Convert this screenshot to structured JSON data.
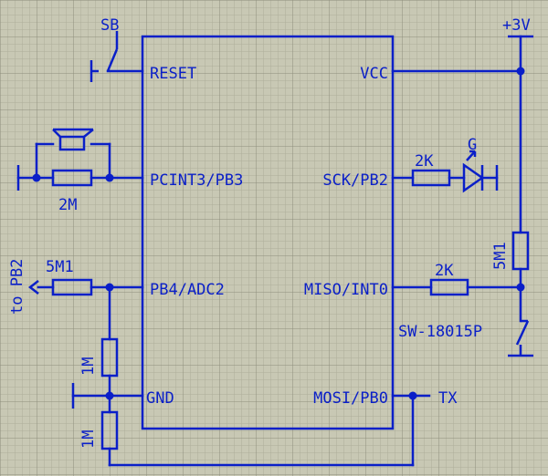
{
  "colors": {
    "background": "#c8c8b4",
    "grid_minor": "#aeae9a",
    "grid_major": "#8e8e7c",
    "ink": "#0a1fc8"
  },
  "chip_pins": {
    "reset": "RESET",
    "vcc": "VCC",
    "pb3": "PCINT3/PB3",
    "pb2": "SCK/PB2",
    "pb4": "PB4/ADC2",
    "pb1": "MISO/INT0",
    "gnd": "GND",
    "pb0": "MOSI/PB0"
  },
  "components": {
    "switch_reset": "SB",
    "supply": "+3V",
    "r_2m": "2M",
    "r_2k_led": "2K",
    "led": "G",
    "r_5m1_right": "5M1",
    "r_5m1_left": "5M1",
    "r_2k_switch": "2K",
    "switch_tilt": "SW-18015P",
    "r_1m_top": "1M",
    "r_1m_bottom": "1M"
  },
  "net_labels": {
    "to_pb2": "to PB2",
    "tx": "TX"
  }
}
